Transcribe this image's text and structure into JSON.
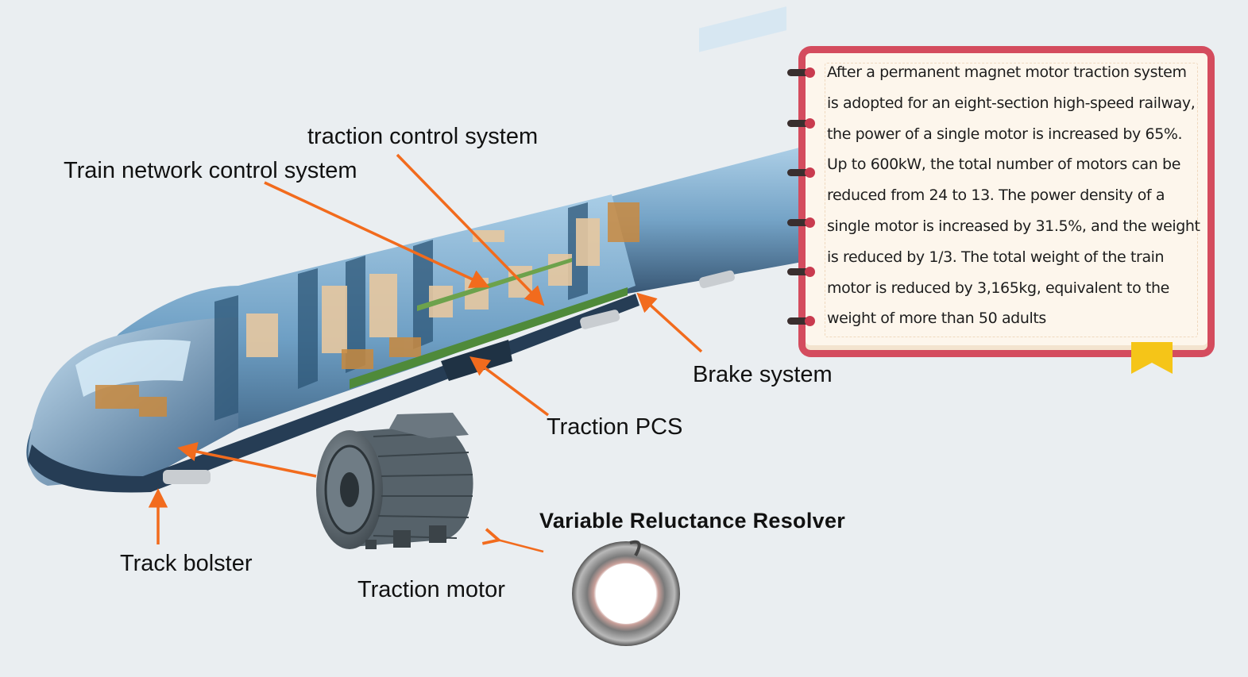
{
  "labels": {
    "traction_control": "traction control system",
    "train_network": "Train network control system",
    "brake": "Brake system",
    "traction_pcs": "Traction PCS",
    "track_bolster": "Track bolster",
    "traction_motor": "Traction motor",
    "resolver": "Variable Reluctance Resolver"
  },
  "note": {
    "text": "After a permanent magnet motor traction system is adopted for an eight-section high-speed railway, the power of a single motor is increased by 65%. Up to 600kW, the total number of motors can be reduced from 24 to 13. The power density of a single motor is increased by 31.5%, and the weight is reduced by 1/3. The total weight of the train motor is reduced by 3,165kg, equivalent to the weight of more than 50 adults"
  },
  "colors": {
    "background": "#eaeef1",
    "arrow": "#f26b1d",
    "notebook_frame": "#d44c5e",
    "notebook_page": "#fdf6ec",
    "bookmark": "#f5c518",
    "train_body": "#6fa4c9",
    "motor": "#5d6a72"
  },
  "icons": {
    "notebook_rings": "binder-ring-icon",
    "bookmark": "bookmark-icon"
  }
}
